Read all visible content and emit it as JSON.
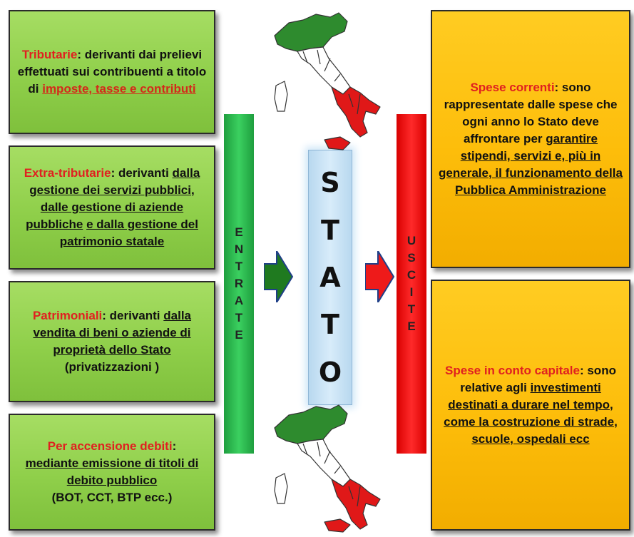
{
  "left_boxes": {
    "tributarie": {
      "title": "Tributarie",
      "text": ": derivanti dai prelievi effettuati sui contribuenti a titolo di",
      "underlined": "imposte, tasse e contributi"
    },
    "extra": {
      "title": "Extra-tributarie",
      "text1": ": derivanti",
      "u1": "dalla gestione dei servizi pubblici",
      "sep": ", ",
      "u2": "dalle gestione di aziende pubbliche",
      "sep2": " ",
      "u3": "e dalla gestione del patrimonio statale"
    },
    "patrimoniali": {
      "title": "Patrimoniali",
      "text": ": derivanti",
      "underlined": "dalla vendita di beni o aziende di proprietà dello Stato",
      "tail": " (privatizzazioni  )"
    },
    "debiti": {
      "title": "Per accensione  debiti",
      "text": ":",
      "underlined": "mediante emissione di titoli di debito pubblico",
      "tail": "(BOT, CCT, BTP ecc.)"
    }
  },
  "entrate_letters": [
    "E",
    "N",
    "T",
    "R",
    "A",
    "T",
    "E"
  ],
  "stato_letters": [
    "S",
    "T",
    "A",
    "T",
    "O"
  ],
  "uscite_letters": [
    "U",
    "S",
    "C",
    "I",
    "T",
    "E"
  ],
  "right_boxes": {
    "correnti": {
      "title": "Spese correnti",
      "text": ": sono rappresentate dalle spese che ogni anno lo Stato deve affrontare per",
      "underlined": "garantire stipendi, servizi e, più in generale, il funzionamento della Pubblica Amministrazione"
    },
    "capitale": {
      "title": "Spese in conto capitale",
      "text": ": sono relative agli",
      "underlined": "investimenti destinati a durare nel tempo, come la costruzione di strade, scuole, ospedali ecc"
    }
  },
  "colors": {
    "green_box": "#8fcf4a",
    "orange_box": "#fdbd0a",
    "title_red": "#e02020",
    "entrate_bar": "#2bb04c",
    "uscite_bar": "#ee1111",
    "stato_bg": "#cfe6f7",
    "flag_green": "#2e8b2e",
    "flag_red": "#e01818"
  },
  "icons": [
    "italy-map-icon",
    "arrow-right-icon"
  ]
}
